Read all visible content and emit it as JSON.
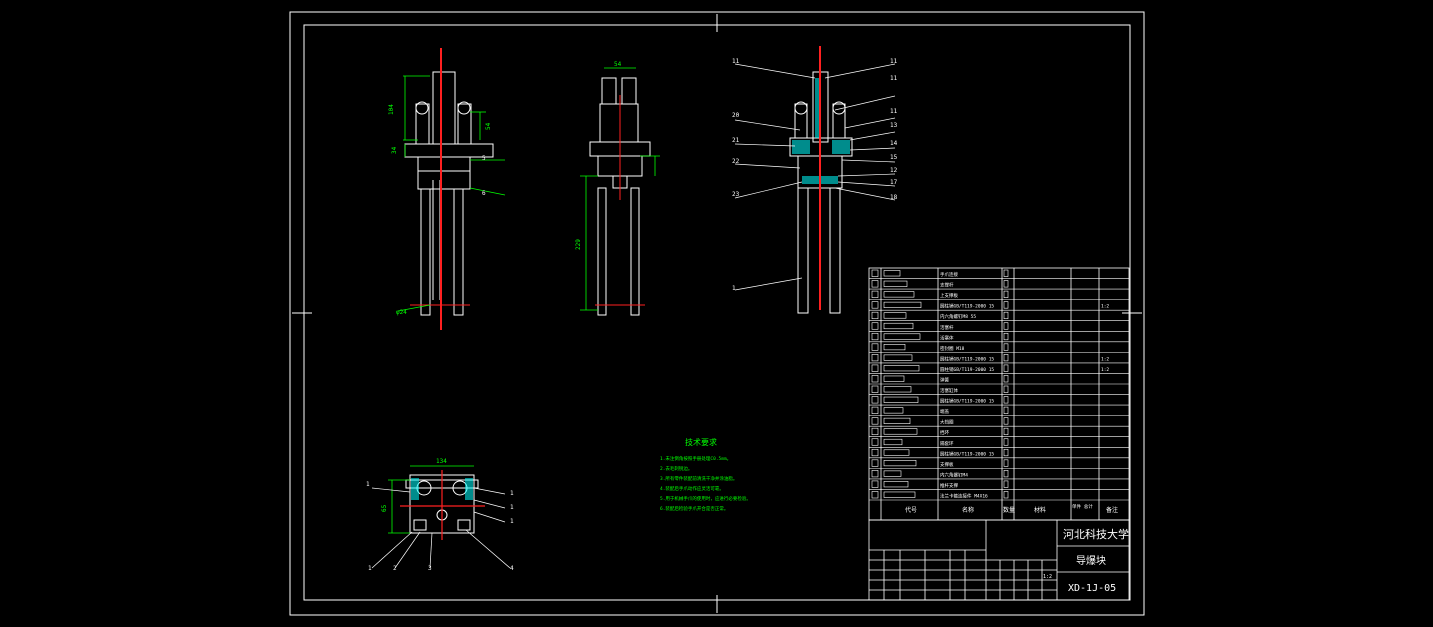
{
  "colors": {
    "background": "#000000",
    "line": "#ffffff",
    "centerline": "#ff2020",
    "dimension": "#00ff00",
    "hatch": "#00ffff",
    "text_note": "#00ff00"
  },
  "title_block": {
    "university": "河北科技大学",
    "drawing_name": "导爆块",
    "drawing_number": "XD-1J-05",
    "header_seq": "代号",
    "header_name": "名称",
    "header_qty": "数量",
    "header_material": "材料",
    "header_weight": "单件 总计",
    "header_note": "备注",
    "ratio": "1:2"
  },
  "bom_rows": [
    {
      "name": "手爪连接",
      "note": ""
    },
    {
      "name": "支撑杆",
      "note": ""
    },
    {
      "name": "上支撑板",
      "note": ""
    },
    {
      "name": "圆柱销GB/T119-2000 15",
      "note": "1:2"
    },
    {
      "name": "内六角螺钉M8 55",
      "note": ""
    },
    {
      "name": "活塞杆",
      "note": ""
    },
    {
      "name": "活塞体",
      "note": ""
    },
    {
      "name": "密封圈 M18",
      "note": ""
    },
    {
      "name": "圆柱销GB/T119-2000 15",
      "note": "1:2"
    },
    {
      "name": "圆柱销GB/T119-2000 15",
      "note": "1:2"
    },
    {
      "name": "弹簧",
      "note": ""
    },
    {
      "name": "活塞缸体",
      "note": ""
    },
    {
      "name": "圆柱销GB/T119-2000 15",
      "note": ""
    },
    {
      "name": "端盖",
      "note": ""
    },
    {
      "name": "大挡圈",
      "note": ""
    },
    {
      "name": "挡环",
      "note": ""
    },
    {
      "name": "隔套环",
      "note": ""
    },
    {
      "name": "圆柱销GB/T119-2000 15",
      "note": ""
    },
    {
      "name": "支撑板",
      "note": ""
    },
    {
      "name": "内六角螺钉M4",
      "note": ""
    },
    {
      "name": "推杆支撑",
      "note": ""
    },
    {
      "name": "法兰卡箍连接件 M4X16",
      "note": ""
    }
  ],
  "notes": {
    "title": "技术要求",
    "lines": [
      "1.未注倒角按照手册处理C0.5mm。",
      "2.去毛刺锐边。",
      "3.所有零件装配前清洗干净并涂油脂。",
      "4.装配后手爪动作应灵活可靠。",
      "5.用于机械手爪的使用时，应进行必要检验。",
      "6.装配后检验手爪开合是否正常。"
    ]
  },
  "dimensions": {
    "d_left_top": "104",
    "d_left_mid": "34",
    "d_left_small": "54",
    "d_mid_top": "54",
    "d_mid_long": "229",
    "d_phi": "φ24",
    "d_bottom_w": "134",
    "d_bottom_h": "65"
  },
  "callouts_right": [
    "11",
    "11",
    "11",
    "13",
    "14",
    "15",
    "12",
    "17",
    "18"
  ],
  "callouts_left": [
    "20",
    "21",
    "22",
    "23",
    "1"
  ],
  "callouts_bottom": [
    "1",
    "2",
    "3",
    "4"
  ],
  "callouts_bottom_right": [
    "1",
    "1",
    "1"
  ],
  "callouts_front": [
    "5",
    "6"
  ]
}
